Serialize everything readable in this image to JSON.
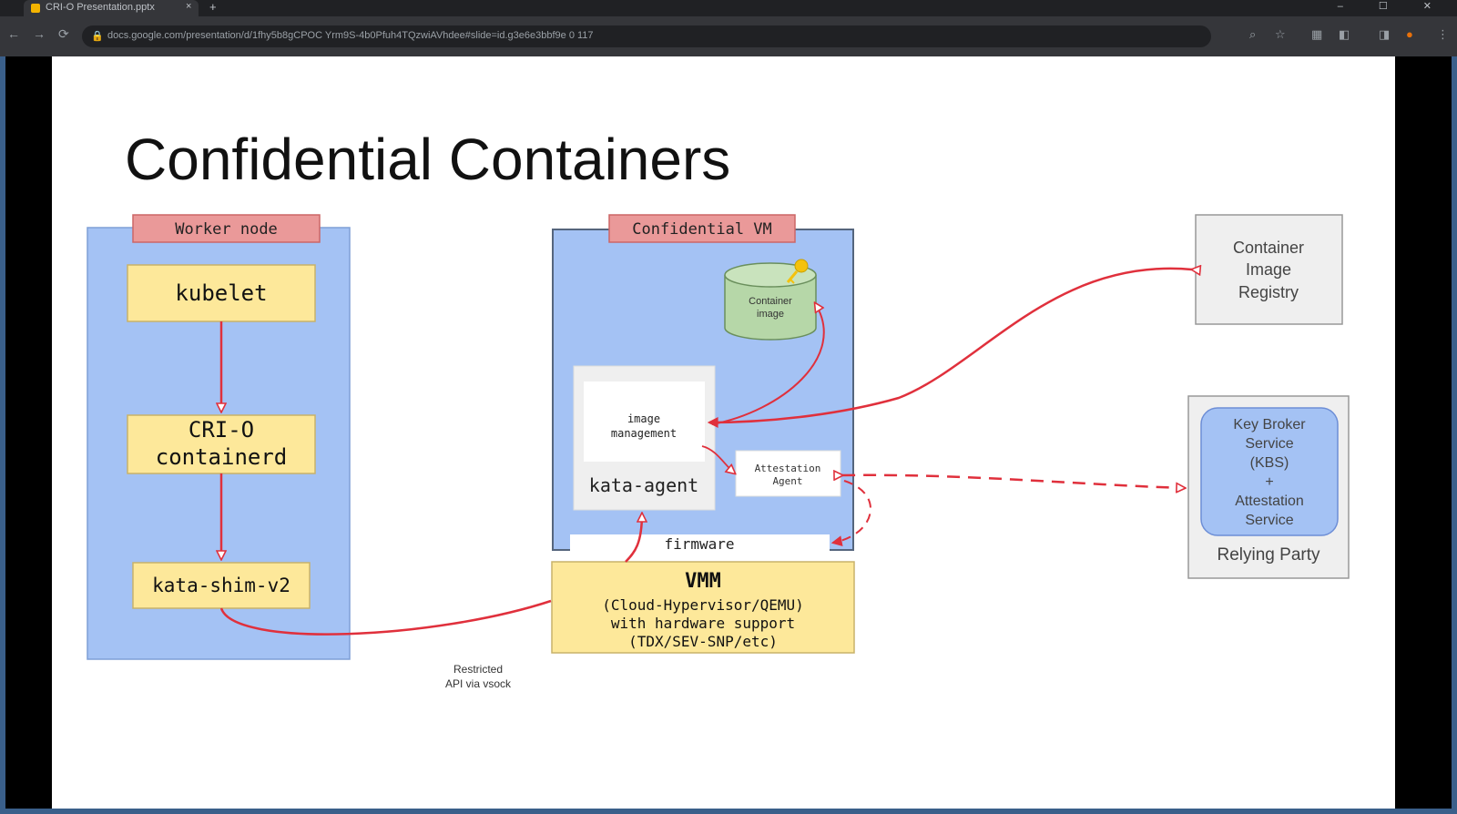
{
  "browser": {
    "tab_title": "CRI-O Presentation.pptx",
    "tab_close": "×",
    "new_tab": "+",
    "window_controls": "– ☐ ✕",
    "url": "docs.google.com/presentation/d/1fhy5b8gCPOC Yrm9S-4b0Pfuh4TQzwiAVhdee#slide=id.g3e6e3bbf9e 0 117",
    "nav_back": "←",
    "nav_forward": "→",
    "nav_reload": "⟳",
    "lock": "🔒"
  },
  "slide": {
    "title": "Confidential Containers"
  },
  "diagram": {
    "worker_node": {
      "header": "Worker node",
      "kubelet": "kubelet",
      "crio_line1": "CRI-O",
      "crio_line2": "containerd",
      "shim": "kata-shim-v2"
    },
    "confidential_vm": {
      "header": "Confidential VM",
      "container_image_line1": "Container",
      "container_image_line2": "image",
      "image_mgmt_line1": "image",
      "image_mgmt_line2": "management",
      "kata_agent": "kata-agent",
      "attestation_line1": "Attestation",
      "attestation_line2": "Agent",
      "firmware": "firmware"
    },
    "vmm": {
      "title": "VMM",
      "line1": "(Cloud-Hypervisor/QEMU)",
      "line2": "with hardware support",
      "line3": "(TDX/SEV-SNP/etc)"
    },
    "restricted_api_line1": "Restricted",
    "restricted_api_line2": "API via vsock",
    "registry": {
      "line1": "Container",
      "line2": "Image",
      "line3": "Registry"
    },
    "relying_party": {
      "kbs_line1": "Key Broker",
      "kbs_line2": "Service",
      "kbs_line3": "(KBS)",
      "kbs_line4": "+",
      "kbs_line5": "Attestation",
      "kbs_line6": "Service",
      "label": "Relying Party"
    }
  },
  "colors": {
    "blue_box": "#a4c2f4",
    "yellow_box": "#fde89a",
    "header_red": "#ea9999",
    "arrow_red": "#e0303c",
    "green_cylinder": "#b6d7a8",
    "gray_box": "#efefef"
  }
}
